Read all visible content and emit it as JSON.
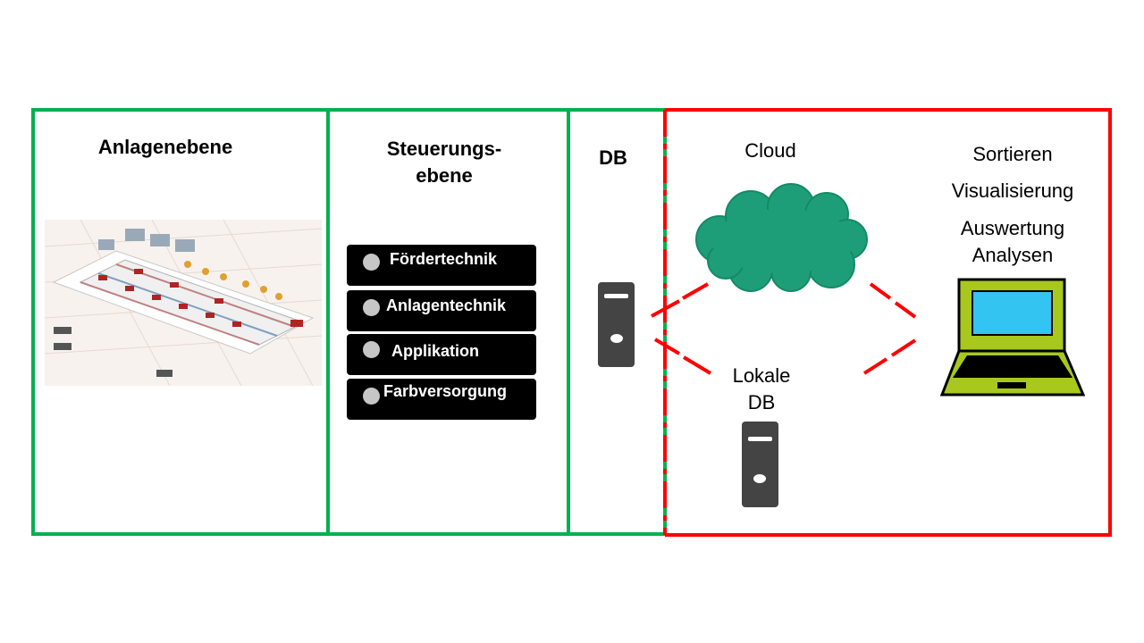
{
  "columns": {
    "anlage": {
      "title": "Anlagenebene"
    },
    "steuerung": {
      "title_line1": "Steuerungs-",
      "title_line2": "ebene"
    },
    "db": {
      "title": "DB"
    }
  },
  "control_items": [
    {
      "label": "Fördertechnik"
    },
    {
      "label": "Anlagentechnik"
    },
    {
      "label": "Applikation"
    },
    {
      "label": "Farbversorgung"
    }
  ],
  "cloud": {
    "label": "Cloud"
  },
  "local_db": {
    "label_line1": "Lokale",
    "label_line2": "DB"
  },
  "functions": {
    "sort": "Sortieren",
    "visual": "Visualisierung",
    "eval_line1": "Auswertung",
    "eval_line2": "Analysen"
  },
  "colors": {
    "green_frame": "#00b050",
    "red_frame": "#ff0000",
    "cloud_fill": "#1e9e78",
    "laptop_body": "#a8c81e",
    "laptop_screen": "#33c4f2",
    "server": "#444444",
    "control_item_bg": "#000000"
  },
  "icons": [
    "cloud-icon",
    "server-icon",
    "laptop-icon",
    "plant-layout-image"
  ]
}
